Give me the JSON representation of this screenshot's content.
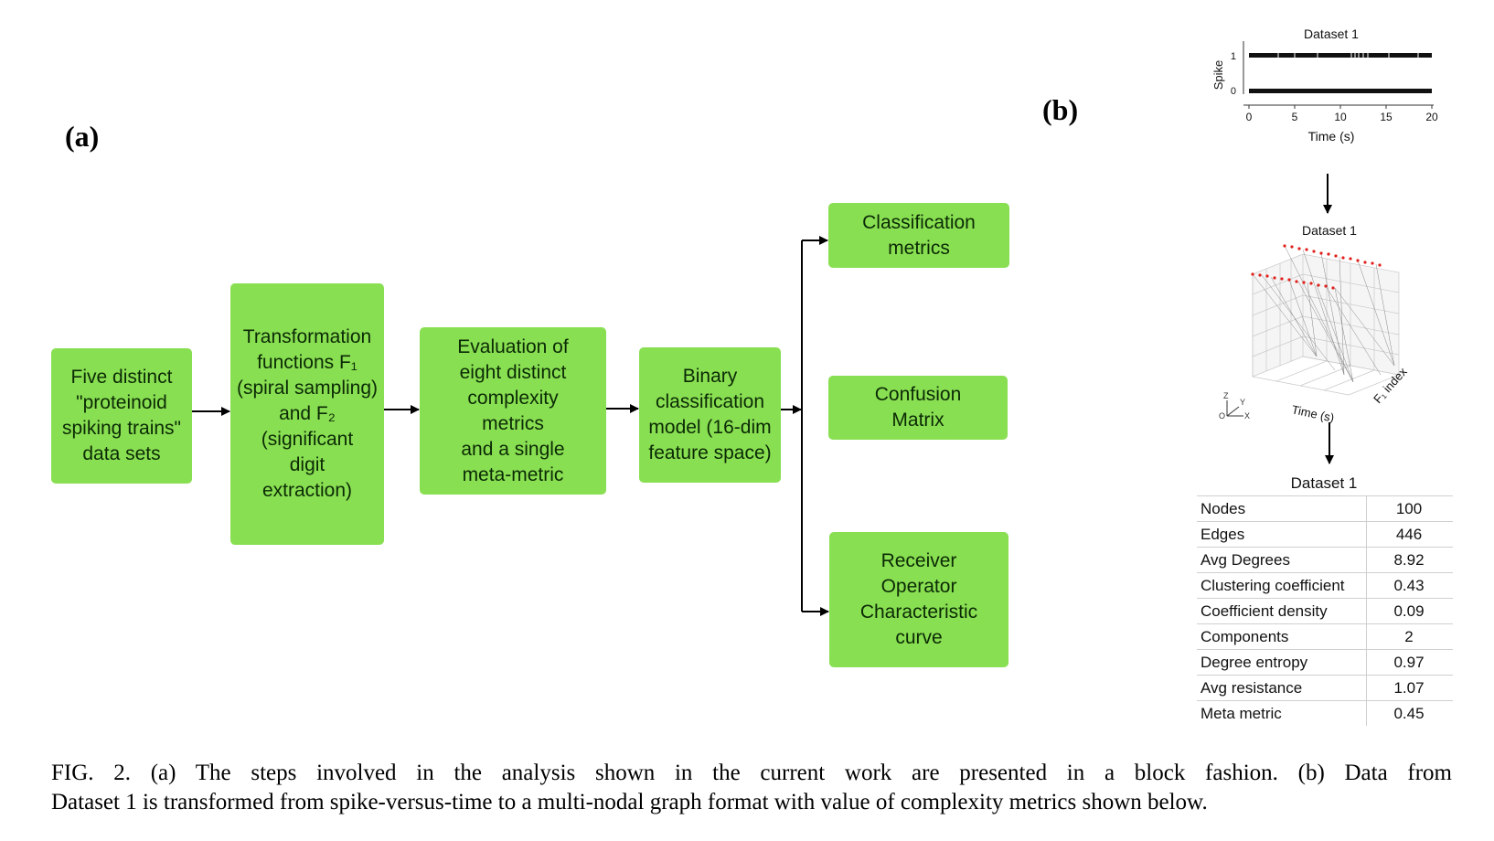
{
  "panel_a_label": "(a)",
  "panel_b_label": "(b)",
  "boxes": {
    "datasets": "Five distinct\n\"proteinoid\nspiking trains\"\ndata sets",
    "transformation": "Transformation\nfunctions F₁\n(spiral sampling)\nand F₂\n(significant\ndigit\nextraction)",
    "evaluation": "Evaluation of\neight distinct\ncomplexity\nmetrics\nand a single\nmeta-metric",
    "binary": "Binary\nclassification\nmodel (16-dim\nfeature space)",
    "classification_metrics": "Classification\nmetrics",
    "confusion": "Confusion\nMatrix",
    "roc": "Receiver\nOperator\nCharacteristic\ncurve"
  },
  "spike_chart": {
    "title": "Dataset 1",
    "ylabel": "Spike",
    "xlabel": "Time (s)",
    "yticks": [
      "0",
      "1"
    ],
    "xticks": [
      "0",
      "5",
      "10",
      "15",
      "20"
    ]
  },
  "graph3d": {
    "title": "Dataset 1",
    "axis_time": "Time (s)",
    "axis_index": "F₁ index",
    "axis_x": "X",
    "axis_y": "Y",
    "axis_z": "Z",
    "axis_o": "O"
  },
  "table": {
    "title": "Dataset 1",
    "rows": [
      {
        "k": "Nodes",
        "v": "100"
      },
      {
        "k": "Edges",
        "v": "446"
      },
      {
        "k": "Avg Degrees",
        "v": "8.92"
      },
      {
        "k": "Clustering coefficient",
        "v": "0.43"
      },
      {
        "k": "Coefficient density",
        "v": "0.09"
      },
      {
        "k": "Components",
        "v": "2"
      },
      {
        "k": "Degree entropy",
        "v": "0.97"
      },
      {
        "k": "Avg resistance",
        "v": "1.07"
      },
      {
        "k": "Meta metric",
        "v": "0.45"
      }
    ]
  },
  "caption_line1": "FIG. 2.  (a) The steps involved in the analysis shown in the current work are presented in a block fashion.  (b) Data from",
  "caption_line2": "Dataset 1 is transformed from spike-versus-time to a multi-nodal graph format with value of complexity metrics shown below."
}
